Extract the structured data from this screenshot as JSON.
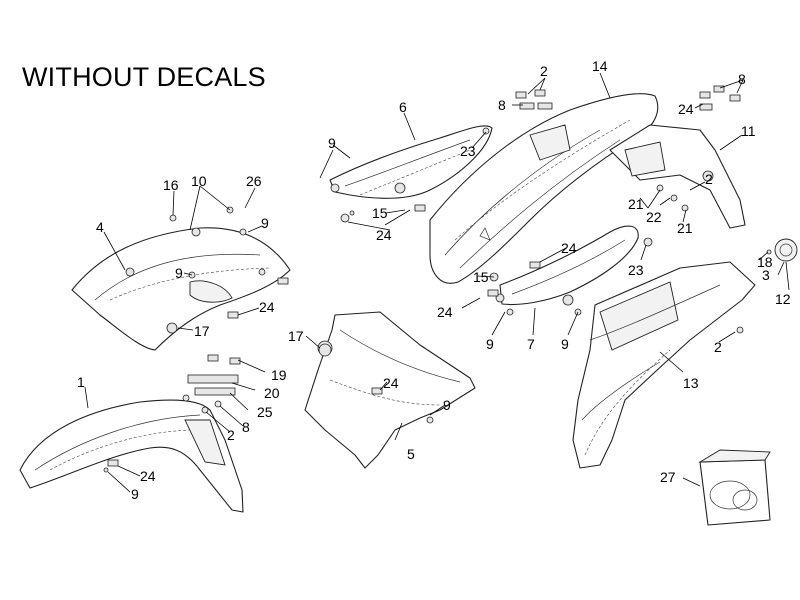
{
  "title": "WITHOUT DECALS",
  "labels": [
    "1",
    "2",
    "3",
    "4",
    "5",
    "6",
    "7",
    "8",
    "9",
    "10",
    "11",
    "12",
    "13",
    "14",
    "15",
    "16",
    "17",
    "18",
    "19",
    "20",
    "21",
    "22",
    "23",
    "24",
    "25",
    "26",
    "27"
  ]
}
